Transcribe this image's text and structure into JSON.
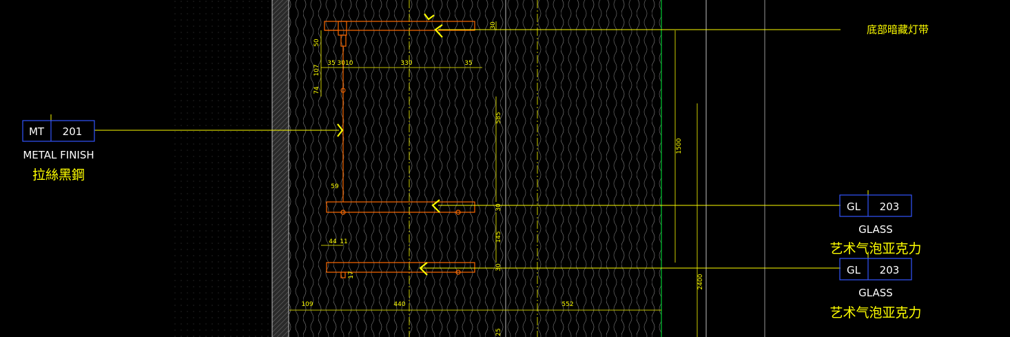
{
  "colors": {
    "background": "#000000",
    "leader": "#ffff00",
    "tag_box": "#3355ff",
    "tag_text": "#ffffff",
    "label_en": "#ffffff",
    "label_cn": "#ffff00",
    "dimension": "#ffff00",
    "section_outline": "#ff6a00",
    "wall_hatch": "#6a6a6a",
    "pattern": "#8a8a8a",
    "vertical_green": "#00cc33",
    "vertical_white": "#bfbfbf"
  },
  "annotations": {
    "light_strip": {
      "label": "底部暗藏灯带"
    },
    "mt201": {
      "code": "MT",
      "number": "201",
      "label_en": "METAL FINISH",
      "label_cn": "拉絲黑鋼"
    },
    "gl203_a": {
      "code": "GL",
      "number": "203",
      "label_en": "GLASS",
      "label_cn": "艺术气泡亚克力"
    },
    "gl203_b": {
      "code": "GL",
      "number": "203",
      "label_en": "GLASS",
      "label_cn": "艺术气泡亚克力"
    }
  },
  "dimensions": {
    "d_30_top": "30",
    "d_50": "50",
    "d_35_left": "35",
    "d_30_10": "3010",
    "d_330": "330",
    "d_35_right": "35",
    "d_107": "107",
    "d_74": "74",
    "d_585": "585",
    "d_1500": "1500",
    "d_59": "59",
    "d_30_mid": "30",
    "d_145": "145",
    "d_44": "44",
    "d_11": "11",
    "d_30_low": "30",
    "d_17": "17",
    "d_2400": "2400",
    "d_109": "109",
    "d_440": "440",
    "d_552": "552",
    "d_25": "25"
  }
}
